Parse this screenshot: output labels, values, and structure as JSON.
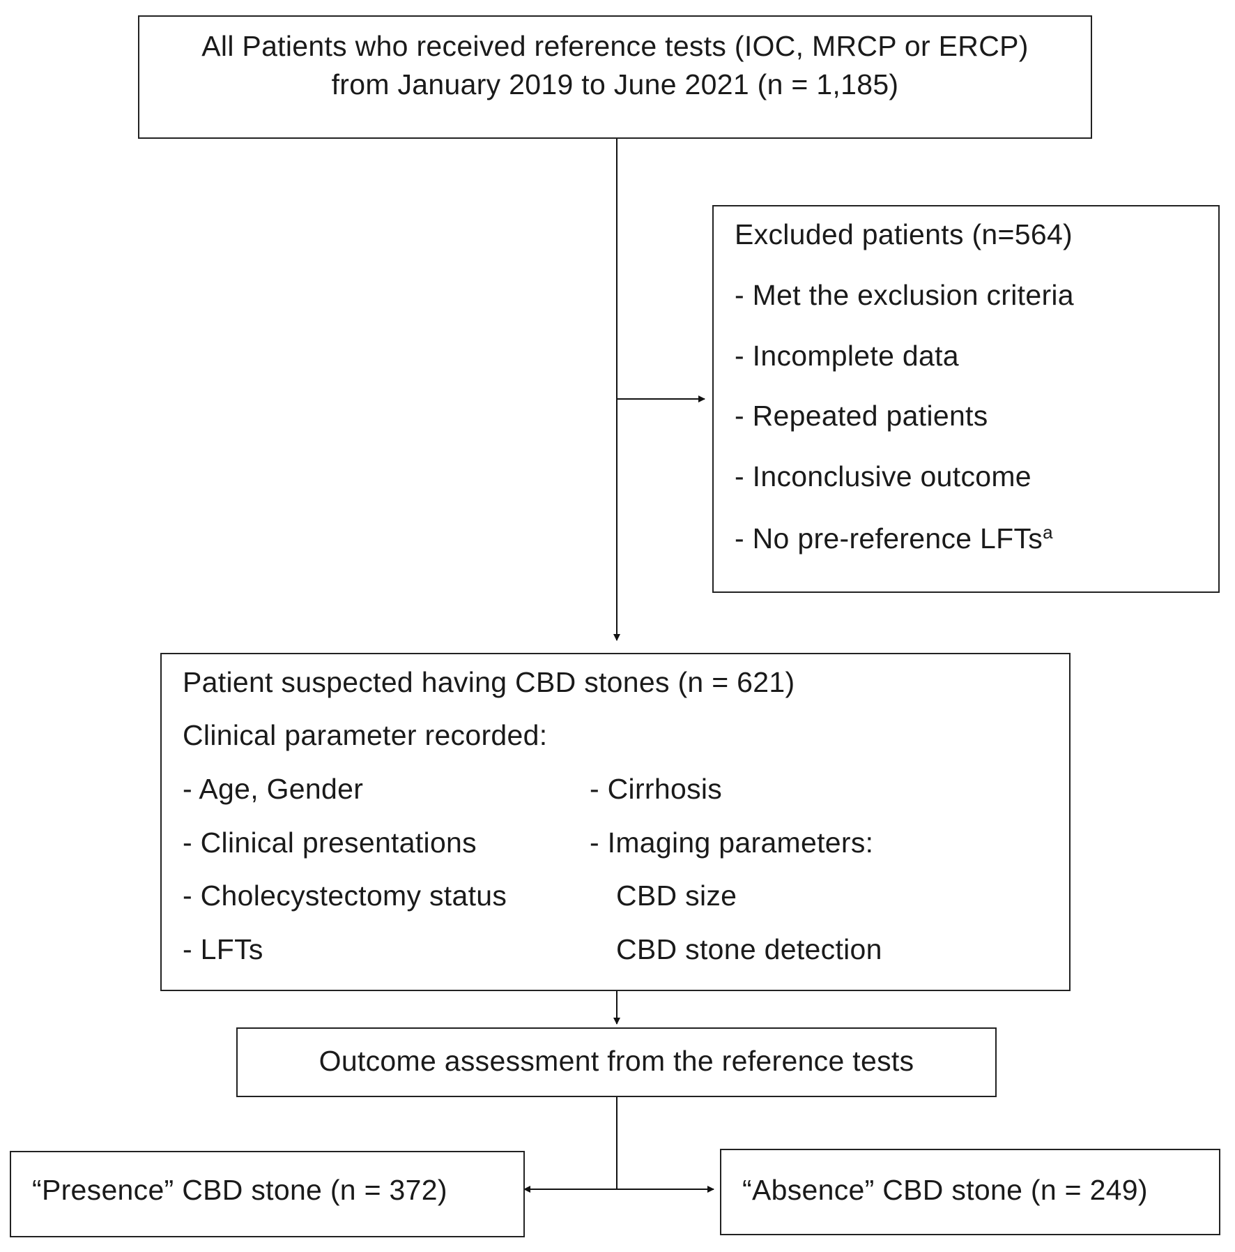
{
  "top_box": {
    "line1": "All Patients who received reference tests (IOC, MRCP or ERCP)",
    "line2": "from January 2019 to June 2021 (n = 1,185)"
  },
  "excluded_box": {
    "title": "Excluded patients (n=564)",
    "items": [
      "- Met the exclusion criteria",
      "- Incomplete data",
      "- Repeated patients",
      "- Inconclusive outcome",
      "- No pre-reference LFTs"
    ],
    "footnote_marker": "a"
  },
  "suspected_box": {
    "title": "Patient suspected having CBD stones (n = 621)",
    "subtitle": "Clinical parameter recorded:",
    "left_items": [
      "- Age, Gender",
      "- Clinical presentations",
      "- Cholecystectomy status",
      "- LFTs"
    ],
    "right_items": [
      "- Cirrhosis",
      "- Imaging parameters:",
      "CBD size",
      "CBD stone detection"
    ]
  },
  "outcome_box": {
    "label": "Outcome assessment from the reference tests"
  },
  "presence_box": {
    "label": "“Presence” CBD stone (n = 372)"
  },
  "absence_box": {
    "label": "“Absence” CBD stone (n = 249)"
  }
}
